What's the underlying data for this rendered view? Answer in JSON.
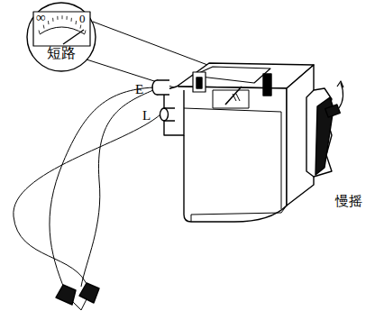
{
  "diagram": {
    "nodes": [
      {
        "text": [
          "∞",
          "0",
          "短路"
        ]
      }
    ],
    "labels": [
      "E",
      "L",
      "慢摇"
    ]
  }
}
